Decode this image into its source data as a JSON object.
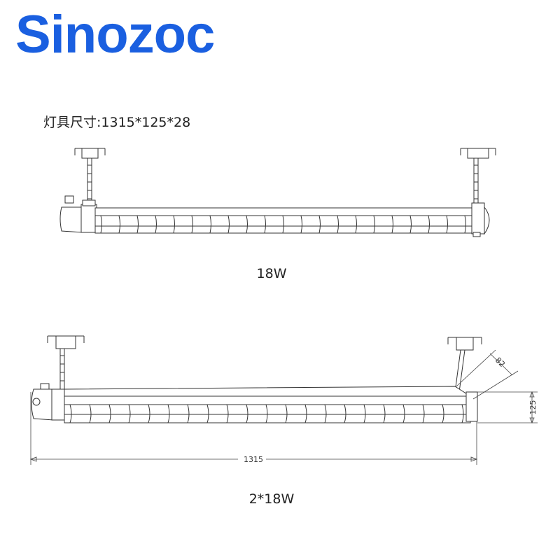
{
  "brand": {
    "name": "Sinozoc",
    "color": "#1a5fe0"
  },
  "spec": {
    "text": "灯具尺寸:1315*125*28"
  },
  "figure_single": {
    "label": "18W"
  },
  "figure_double": {
    "label": "2*18W",
    "dims": {
      "length": "1315",
      "height": "125",
      "depth": "82"
    }
  }
}
